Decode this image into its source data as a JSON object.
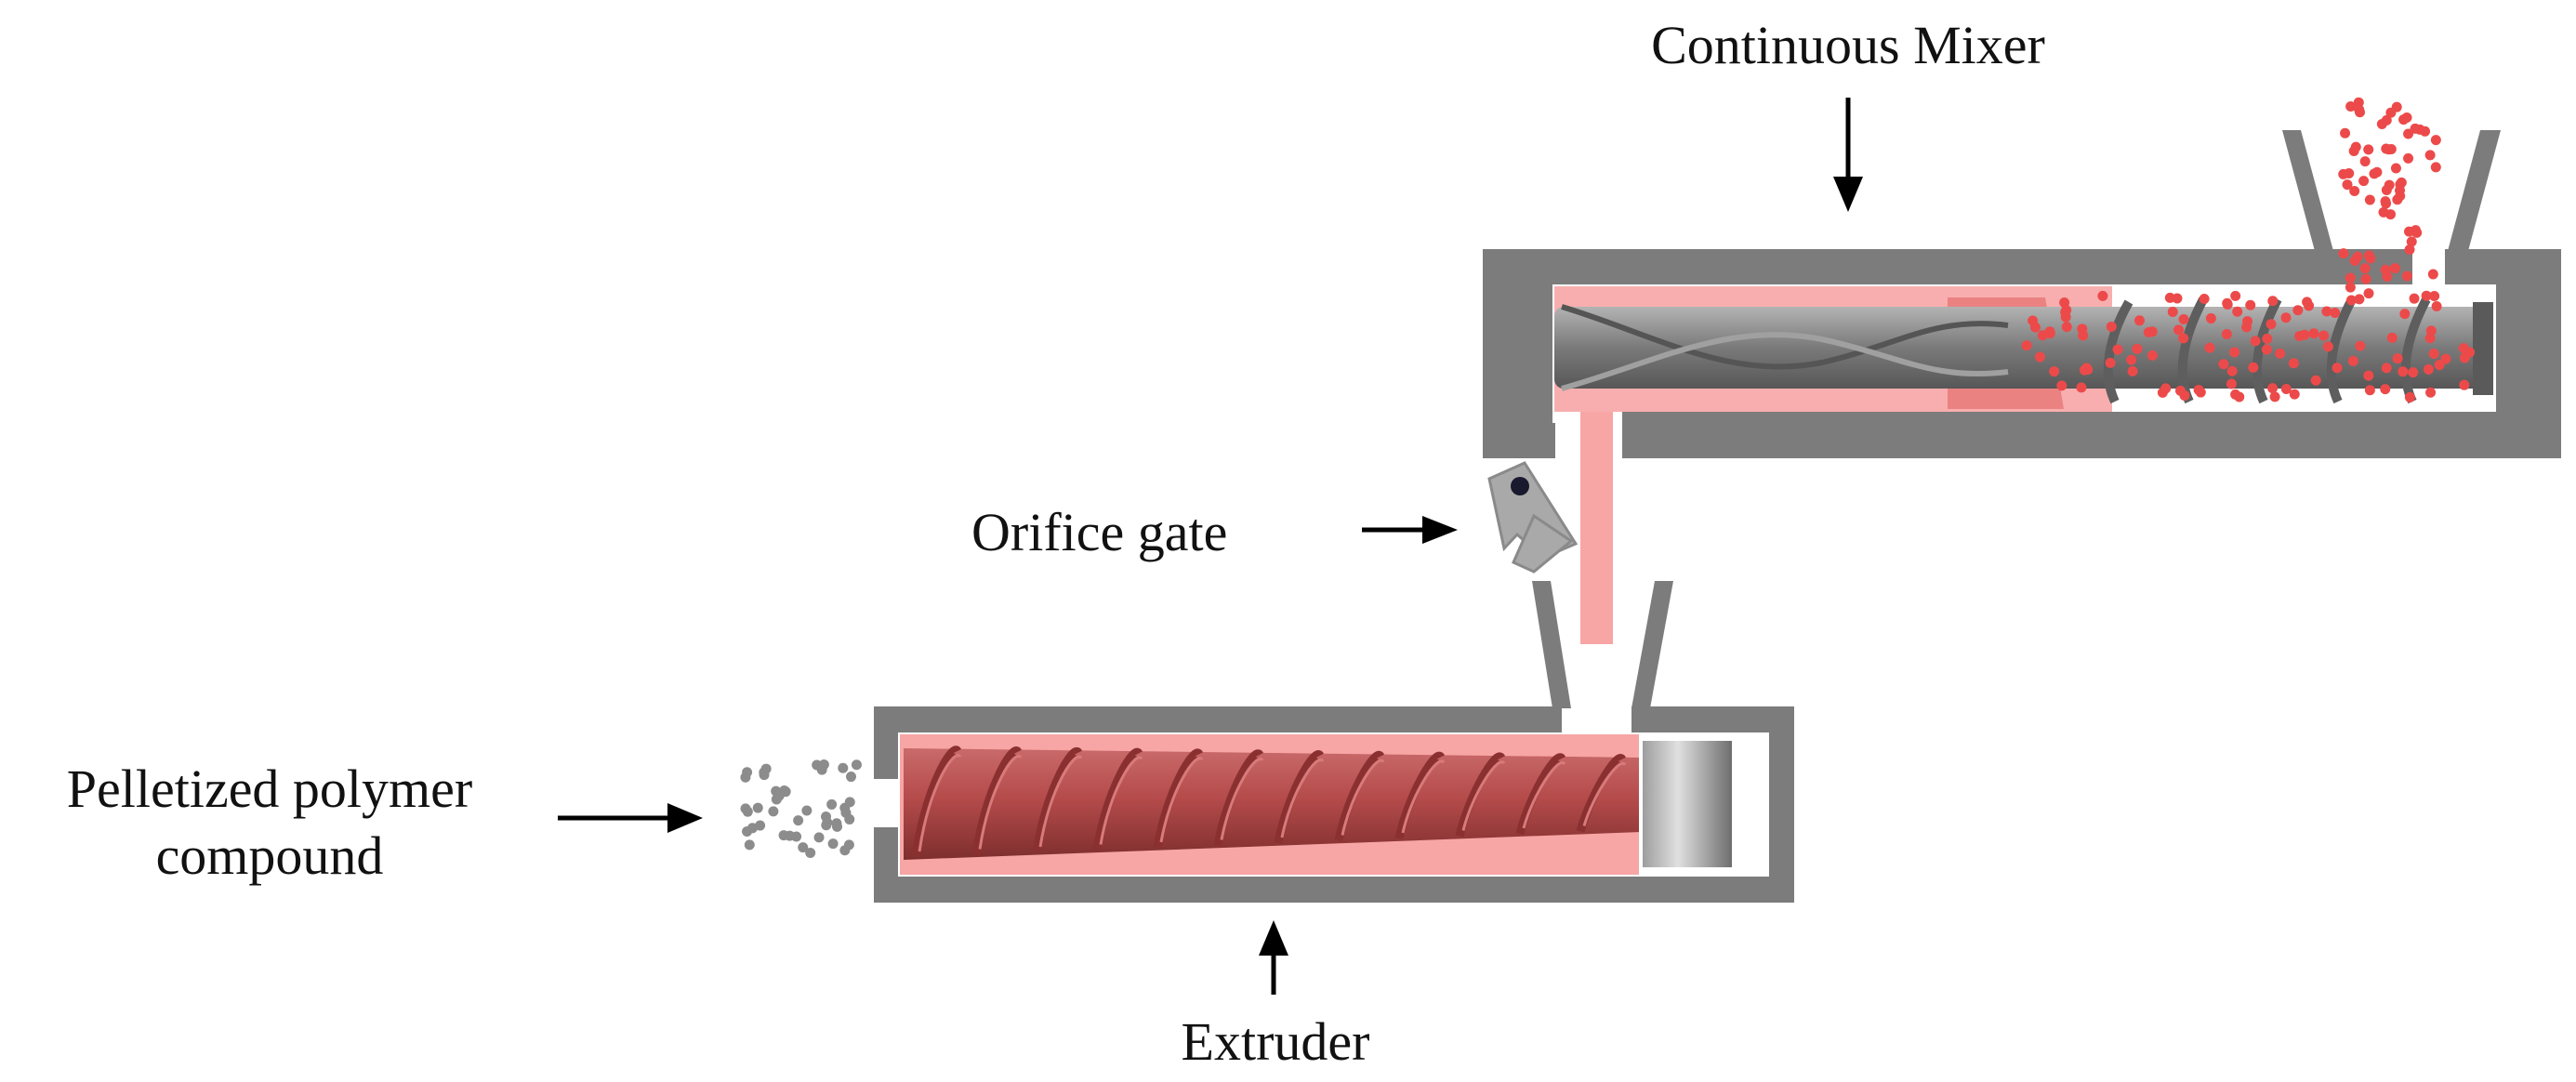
{
  "labels": {
    "continuous_mixer": "Continuous Mixer",
    "orifice_gate": "Orifice gate",
    "pelletized_line1": "Pelletized polymer",
    "pelletized_line2": "compound",
    "extruder": "Extruder"
  },
  "colors": {
    "housing": "#7c7c7c",
    "melt": "#f7a5a5",
    "screw": "#b54b4b",
    "screw_highlight": "#d97a7a",
    "mixer_screw": "#8a8a8a",
    "mixer_pellets": "#ec4a4a",
    "feed_pellets": "#8c8c8c",
    "gate": "#a9a9a9",
    "arrow": "#000000"
  },
  "icons": {
    "gate": "orifice-gate-icon",
    "arrows": "arrow-icon"
  }
}
